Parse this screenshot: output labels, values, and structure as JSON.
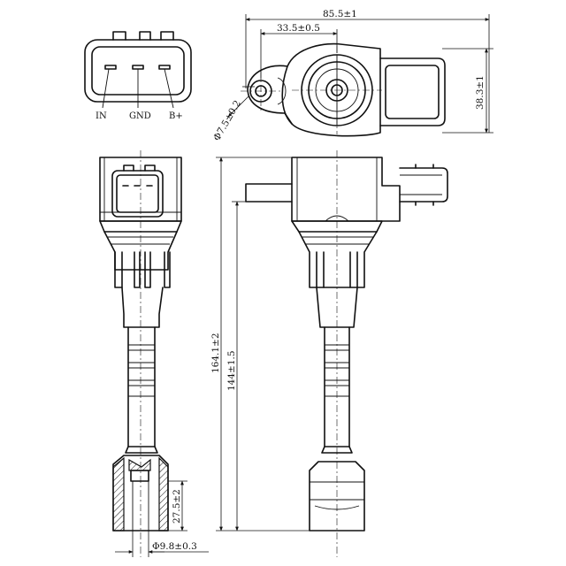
{
  "connector_view": {
    "pins": [
      "IN",
      "GND",
      "B+"
    ]
  },
  "dimensions": {
    "overall_width": "85.5±1",
    "hole_spacing": "33.5±0.5",
    "body_height": "38.3±1",
    "mount_hole_diameter": "Φ7.5±0.2",
    "overall_length": "164.1±2",
    "mount_to_tip": "144±1.5",
    "boot_length": "27.5±2",
    "boot_diameter": "Φ9.8±0.3"
  }
}
